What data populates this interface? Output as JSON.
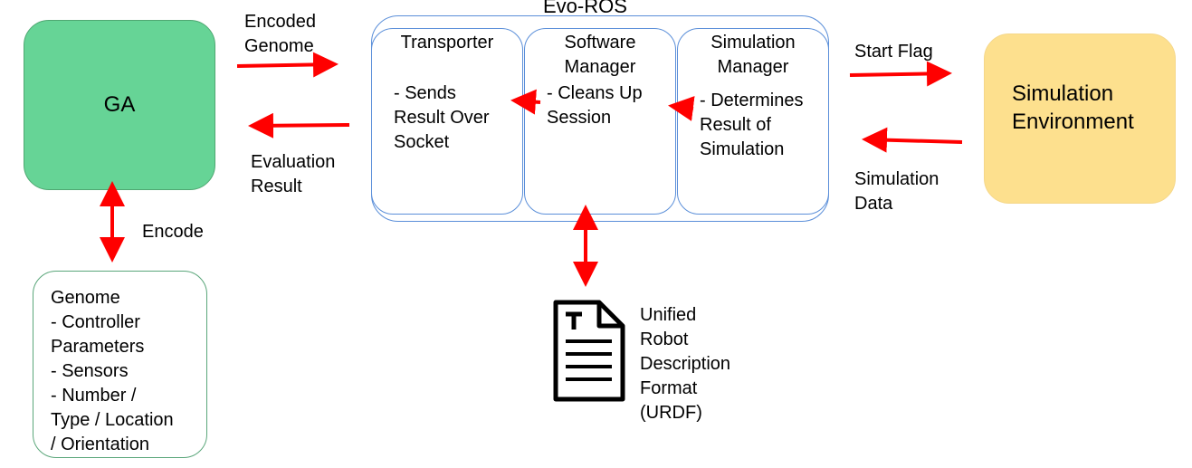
{
  "ga": {
    "label": "GA"
  },
  "edges": {
    "encoded_genome": "Encoded\nGenome",
    "evaluation_result": "Evaluation\nResult",
    "encode": "Encode",
    "start_flag": "Start Flag",
    "simulation_data": "Simulation\nData"
  },
  "genome": {
    "text": "Genome\n- Controller\nParameters\n- Sensors\n  - Number /\nType / Location\n/ Orientation"
  },
  "evo_ros": {
    "title": "Evo-ROS",
    "transporter": {
      "title": "Transporter",
      "body": "- Sends\nResult Over\nSocket"
    },
    "software_manager": {
      "title": "Software\nManager",
      "body": "- Cleans Up\nSession"
    },
    "simulation_manager": {
      "title": "Simulation\nManager",
      "body": "- Determines\nResult of\nSimulation"
    }
  },
  "simulation_environment": {
    "label": "Simulation\nEnvironment"
  },
  "urdf": {
    "label": "Unified\nRobot\nDescription\nFormat\n(URDF)",
    "icon": "document-icon"
  },
  "colors": {
    "ga_fill": "#66d496",
    "sim_fill": "#fde08e",
    "evo_border": "#5b8fd9",
    "genome_border": "#5aa67a",
    "arrow": "#ff0000"
  }
}
